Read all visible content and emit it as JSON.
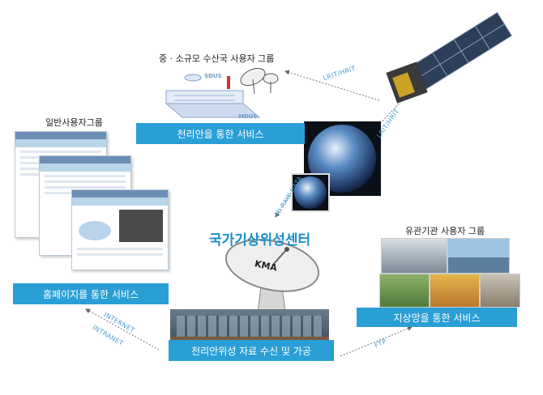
{
  "groups": {
    "fishery_users": "중 · 소규모 수산국 사용자 그룹",
    "general_users": "일반사용자그룹",
    "agency_users": "유관기관 사용자 그룹"
  },
  "services": {
    "clian": "천리안을 통한 서비스",
    "homepage": "홈페이지를 통한 서비스",
    "ground": "지상망을 통한 서비스",
    "reception": "천리안위성 자료 수신 및 가공"
  },
  "center_title": "국가기상위성센터",
  "links": {
    "lrit_left": "LRIT/HRIT",
    "lrit_right": "LRIT/HRIT",
    "raw_data": "MI RAW DATA",
    "internet": "INTERNET",
    "intranet": "INTRANET",
    "ftp": "FTP"
  },
  "station_labels": {
    "sdus": "SDUS",
    "mdus": "MDUS"
  },
  "dish_text": "KMA"
}
